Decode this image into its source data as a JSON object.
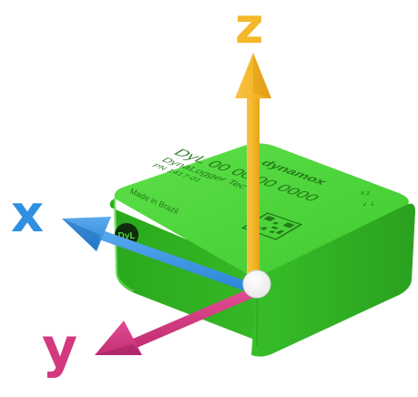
{
  "axes": {
    "x": {
      "label": "x",
      "color": "#2f8fe0"
    },
    "y": {
      "label": "y",
      "color": "#d3397f"
    },
    "z": {
      "label": "z",
      "color": "#f5b82a"
    }
  },
  "device": {
    "color": "#39c12a",
    "logo_text": "DyL",
    "model_line": "DyL 00 00 00 0000",
    "product_line": "DynaLogger Tec",
    "serial_line": "PN 1417-01",
    "origin_line": "Made in Brazil",
    "brand_line": "dynamox"
  }
}
